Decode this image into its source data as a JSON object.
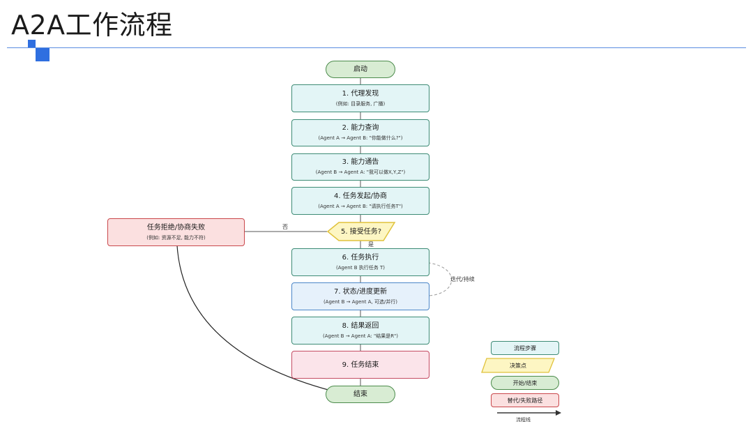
{
  "title": "A2A工作流程",
  "nodes": {
    "start": {
      "label": "启动"
    },
    "s1": {
      "label": "1. 代理发现",
      "sub": "(例如: 目录服务, 广播)"
    },
    "s2": {
      "label": "2. 能力查询",
      "sub": "(Agent A → Agent B: \"你能做什么?\")"
    },
    "s3": {
      "label": "3. 能力通告",
      "sub": "(Agent B → Agent A: \"我可以做X,Y,Z\")"
    },
    "s4": {
      "label": "4. 任务发起/协商",
      "sub": "(Agent A → Agent B: \"请执行任务T\")"
    },
    "decision": {
      "label": "5. 接受任务?"
    },
    "fail": {
      "label": "任务拒绝/协商失败",
      "sub": "(例如: 资源不足, 能力不符)"
    },
    "s6": {
      "label": "6. 任务执行",
      "sub": "(Agent B 执行任务 T)"
    },
    "s7": {
      "label": "7. 状态/进度更新",
      "sub": "(Agent B → Agent A, 可选/并行)"
    },
    "s8": {
      "label": "8. 结果返回",
      "sub": "(Agent B → Agent A: \"结果是R\")"
    },
    "s9": {
      "label": "9. 任务结束"
    },
    "end": {
      "label": "结束"
    }
  },
  "edge_labels": {
    "no": "否",
    "yes": "是",
    "loop": "迭代/持续"
  },
  "legend": {
    "step": "流程步骤",
    "decision": "决策点",
    "startend": "开始/结束",
    "alt": "替代/失败路径",
    "flow": "流程线"
  },
  "colors": {
    "step_border": "#3d8b75",
    "step_fill": "#e3f5f6",
    "decision_border": "#e0c23c",
    "decision_fill": "#fdf6c3",
    "pill_border": "#4b8b4b",
    "pill_fill": "#d8ecd3",
    "fail_border": "#c9474b",
    "fail_fill": "#fbe0e0",
    "accent": "#2f6fe0"
  }
}
